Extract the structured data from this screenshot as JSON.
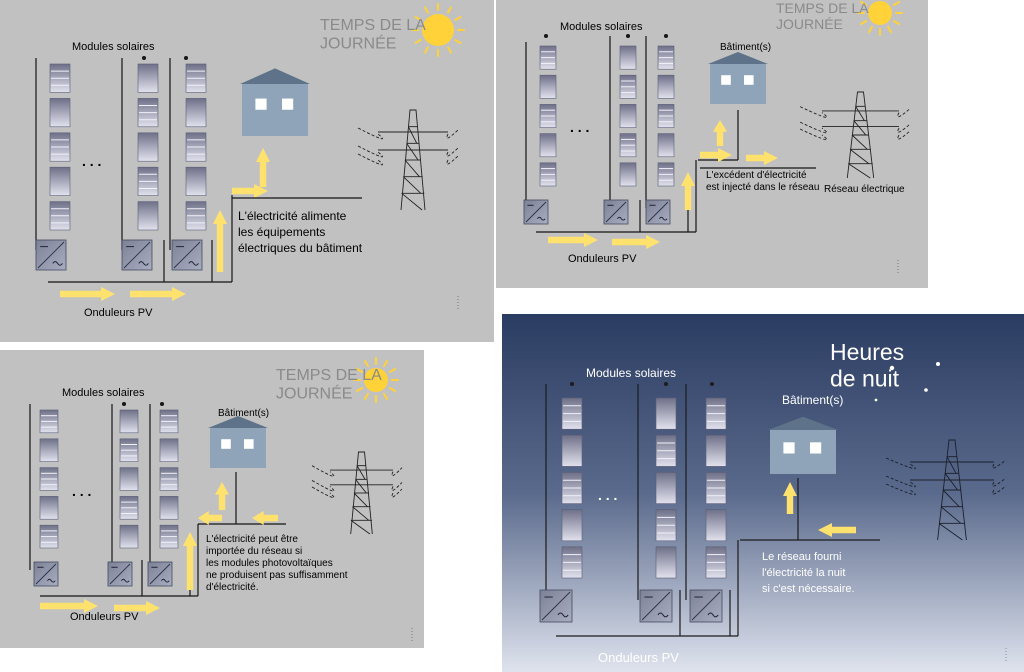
{
  "colors": {
    "panel_day": "#c1c1c1",
    "night_top": "#2b3c62",
    "night_mid": "#5a6a8c",
    "night_bottom": "#dfe3ee",
    "module_dark": "#6e7088",
    "module_light": "#e2e2ee",
    "arrow": "#ffe26e",
    "house": "#8fa4b8",
    "roof": "#5e7389",
    "window": "#ffffff",
    "wire": "#151515",
    "sun": "#ffd23a",
    "day_title": "#8a8a8a",
    "night_text": "#ffffff"
  },
  "panels": [
    {
      "theme": "day",
      "title_line1": "TEMPS DE LA",
      "title_line2": "JOURNÉE",
      "modules_label": "Modules solaires",
      "ellipsis": ". . .",
      "building_label": "",
      "inverters_label": "Onduleurs PV",
      "caption_lines": [
        "L'électricité alimente",
        "les équipements",
        "électriques du bâtiment"
      ],
      "grid_label": ""
    },
    {
      "theme": "day",
      "title_line1": "TEMPS DE LA",
      "title_line2": "JOURNÉE",
      "modules_label": "Modules solaires",
      "ellipsis": ". . .",
      "building_label": "Bâtiment(s)",
      "inverters_label": "Onduleurs PV",
      "caption_lines": [
        "L'excédent d'électricité",
        "est injecté dans le réseau"
      ],
      "grid_label": "Réseau électrique"
    },
    {
      "theme": "day",
      "title_line1": "TEMPS DE LA",
      "title_line2": "JOURNÉE",
      "modules_label": "Modules solaires",
      "ellipsis": ". . .",
      "building_label": "Bâtiment(s)",
      "inverters_label": "Onduleurs PV",
      "caption_lines": [
        "L'électricité peut être",
        "importée du réseau si",
        " les modules photovoltaïques",
        "ne produisent pas suffisamment",
        "d'électricité."
      ],
      "grid_label": ""
    },
    {
      "theme": "night",
      "title_line1": "Heures",
      "title_line2": "de nuit",
      "modules_label": "Modules solaires",
      "ellipsis": ". . .",
      "building_label": "Bâtiment(s)",
      "inverters_label": "Onduleurs PV",
      "caption_lines": [
        "Le réseau fourni",
        "l'électricité la nuit",
        "si c'est nécessaire."
      ],
      "grid_label": ""
    }
  ]
}
